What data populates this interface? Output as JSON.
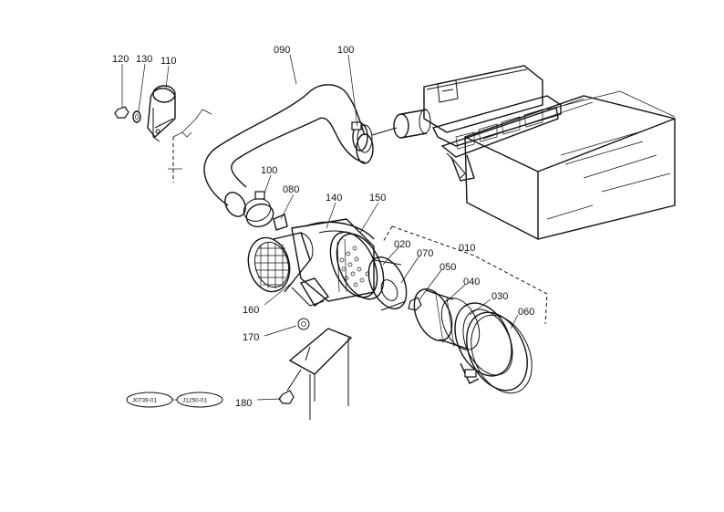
{
  "diagram": {
    "parts": [
      {
        "id": "p120",
        "number": "120"
      },
      {
        "id": "p130",
        "number": "130"
      },
      {
        "id": "p110",
        "number": "110"
      },
      {
        "id": "p090",
        "number": "090"
      },
      {
        "id": "p100a",
        "number": "100"
      },
      {
        "id": "p100b",
        "number": "100"
      },
      {
        "id": "p080",
        "number": "080"
      },
      {
        "id": "p140",
        "number": "140"
      },
      {
        "id": "p150",
        "number": "150"
      },
      {
        "id": "p020",
        "number": "020"
      },
      {
        "id": "p010",
        "number": "010"
      },
      {
        "id": "p070",
        "number": "070"
      },
      {
        "id": "p050",
        "number": "050"
      },
      {
        "id": "p040",
        "number": "040"
      },
      {
        "id": "p030",
        "number": "030"
      },
      {
        "id": "p060",
        "number": "060"
      },
      {
        "id": "p160",
        "number": "160"
      },
      {
        "id": "p170",
        "number": "170"
      },
      {
        "id": "p180",
        "number": "180"
      }
    ],
    "serial_ranges": [
      "J0739-01",
      "J1250-01"
    ]
  }
}
